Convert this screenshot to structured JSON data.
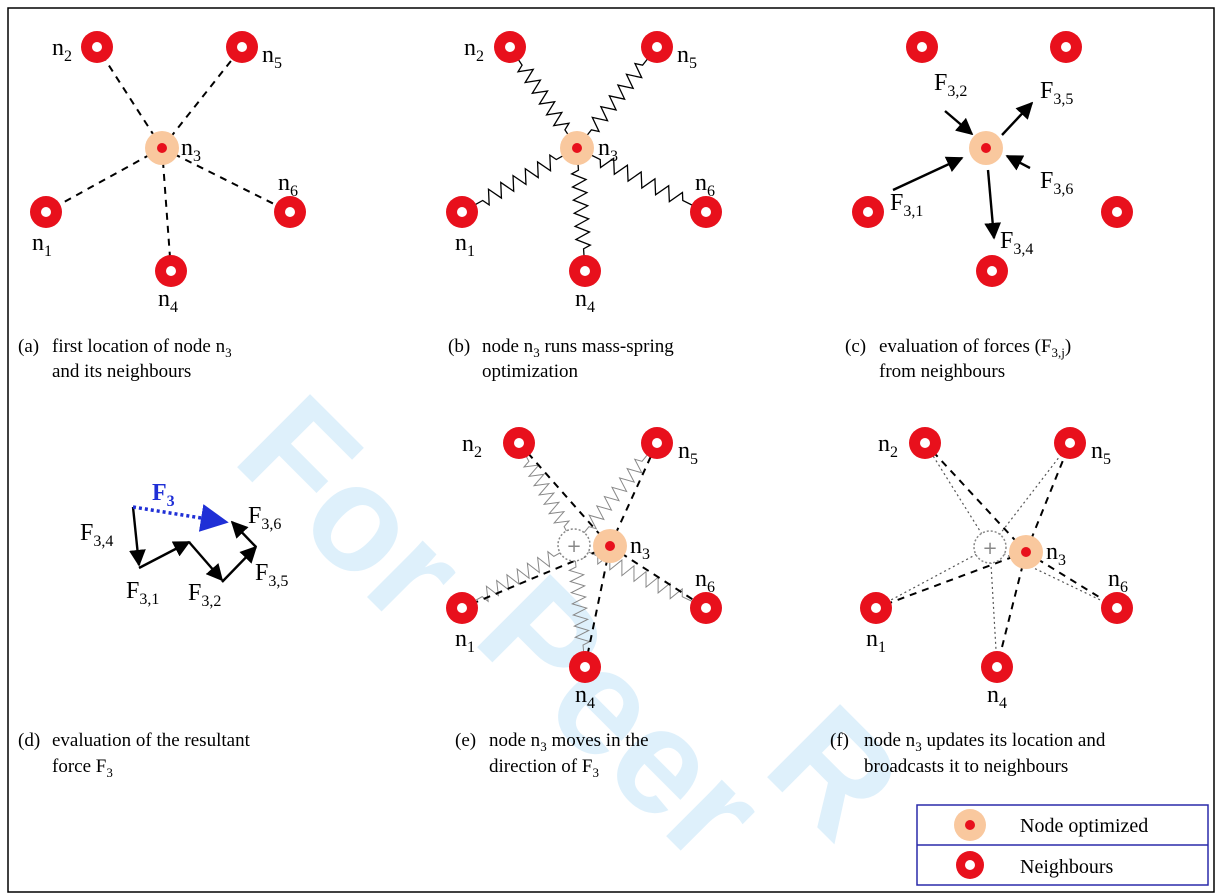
{
  "colors": {
    "neighbour": "#e8101c",
    "optimized_halo": "#f9c89e",
    "optimized_core": "#e8101c",
    "resultant": "#1f2fd6",
    "watermark": "#3aa7e8",
    "legend_border": "#2a2aaa"
  },
  "nodes": {
    "n1": {
      "base": "n",
      "sub": "1"
    },
    "n2": {
      "base": "n",
      "sub": "2"
    },
    "n3": {
      "base": "n",
      "sub": "3"
    },
    "n4": {
      "base": "n",
      "sub": "4"
    },
    "n5": {
      "base": "n",
      "sub": "5"
    },
    "n6": {
      "base": "n",
      "sub": "6"
    }
  },
  "forces": {
    "f31": {
      "base": "F",
      "sub": "3,1"
    },
    "f32": {
      "base": "F",
      "sub": "3,2"
    },
    "f34": {
      "base": "F",
      "sub": "3,4"
    },
    "f35": {
      "base": "F",
      "sub": "3,5"
    },
    "f36": {
      "base": "F",
      "sub": "3,6"
    },
    "f3": "F3"
  },
  "captions": {
    "a": {
      "tag": "(a)",
      "l1": "first location of  node n",
      "l1_sub": "3",
      "l2": "and its neighbours"
    },
    "b": {
      "tag": "(b)",
      "l1a": "node n",
      "l1_sub": "3",
      "l1b": " runs mass-spring",
      "l2": "optimization"
    },
    "c": {
      "tag": "(c)",
      "l1a": "evaluation of forces (F",
      "l1_sub": "3,j",
      "l1b": ")",
      "l2": "from neighbours"
    },
    "d": {
      "tag": "(d)",
      "l1": "evaluation of the resultant",
      "l2a": "force F",
      "l2_sub": "3"
    },
    "e": {
      "tag": "(e)",
      "l1a": "node n",
      "l1_sub": "3",
      "l1b": " moves in the",
      "l2a": "direction of F",
      "l2_sub": "3"
    },
    "f": {
      "tag": "(f)",
      "l1a": "node n",
      "l1_sub": "3",
      "l1b": " updates its location and",
      "l2": "broadcasts it to neighbours"
    }
  },
  "legend": {
    "optimized": "Node optimized",
    "neighbours": "Neighbours"
  },
  "watermark": {
    "w1": "For",
    "w2": "Peer",
    "w3": "R"
  }
}
